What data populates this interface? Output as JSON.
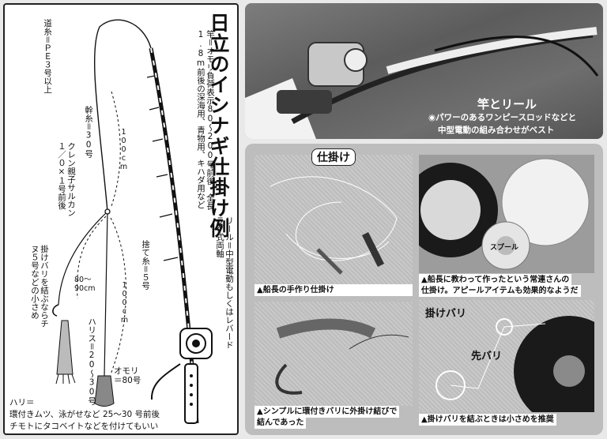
{
  "left": {
    "title": "日立のイシナギ仕掛け例",
    "michi": "道糸＝ＰＥ３号以上",
    "rod": "竿＝オモリ負荷表示80〜200号前後、全長1.8m前後の深海用、青物用、キハダ用など",
    "reel": "リール＝中型電動もしくはレバードラグ式両軸",
    "mikisen": "幹糸＝30号",
    "kuren": "クレン親子サルカン　１／０×１号前後",
    "kakebari": "掛けバリを結ぶならチヌ５号などの小さめ",
    "sutebito": "捨て糸＝５号",
    "harisu": "ハリス＝20〜30号",
    "omori": "オモリ＝80号",
    "hari_line1": "ハリ＝",
    "hari_line2": "環付きムツ、泳がせなど 25〜30 号前後",
    "hari_line3": "チモトにタコベイトなどを付けてもいい",
    "dist_100_top": "100cm",
    "dist_80_90": "80〜90cm",
    "dist_100_bot": "100cm"
  },
  "top_photo": {
    "heading": "竿とリール",
    "caption1": "◉パワーのあるワンピースロッドなどと",
    "caption2": "中型電動の組み合わせがベスト"
  },
  "sub": {
    "heading": "仕掛け",
    "cap1": "▲船長の手作り仕掛け",
    "cap2_line1": "▲船長に教わって作ったという常連さんの",
    "cap2_line2": "仕掛け。アピールアイテムも効果的なようだ",
    "cap3_line1": "▲シンプルに環付きバリに外掛け結びで",
    "cap3_line2": "結んであった",
    "cap4": "▲掛けバリを結ぶときは小さめを推奨",
    "label_kakebari": "掛けバリ",
    "label_sakibari": "先バリ",
    "spool_label": "スプール"
  }
}
